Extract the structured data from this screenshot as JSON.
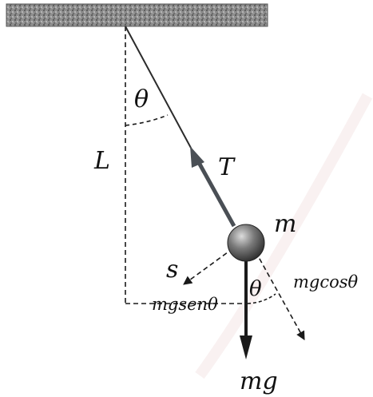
{
  "labels": {
    "theta_top": "θ",
    "length": "L",
    "tension": "T",
    "mass": "m",
    "arc": "s",
    "tangential": "mgsenθ",
    "radial": "mgcosθ",
    "theta_bottom": "θ",
    "weight": "mg"
  },
  "colors": {
    "support": "#7a7a7a",
    "rod": "#2b2b2b",
    "tension_arrow": "#4a4f55",
    "bob": "#6f6f6f",
    "dashed": "#1a1a1a",
    "watermark": "#f3e3e3"
  }
}
